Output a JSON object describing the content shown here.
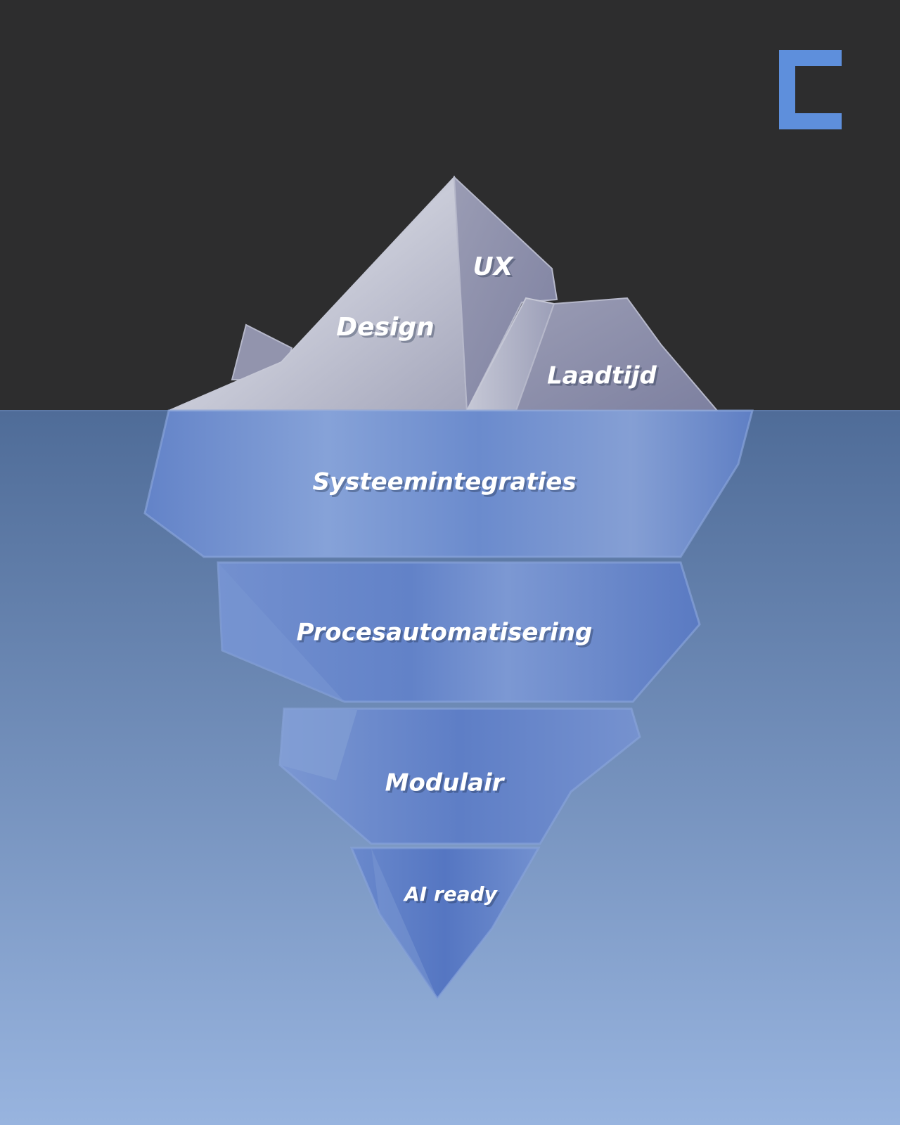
{
  "logo": {
    "icon": "bracket-logo-icon",
    "color": "#5e8fdc"
  },
  "colors": {
    "sky": "#2d2d2e",
    "water_top": "#4f6c98",
    "water_bottom": "#98b4df",
    "ice_top": "#b9bccc",
    "ice_under": "#6e8fcf"
  },
  "above_water": {
    "design": "Design",
    "ux": "UX",
    "laadtijd": "Laadtijd"
  },
  "below_water": {
    "systeemintegraties": "Systeemintegraties",
    "procesautomatisering": "Procesautomatisering",
    "modulair": "Modulair",
    "ai_ready": "AI ready"
  }
}
